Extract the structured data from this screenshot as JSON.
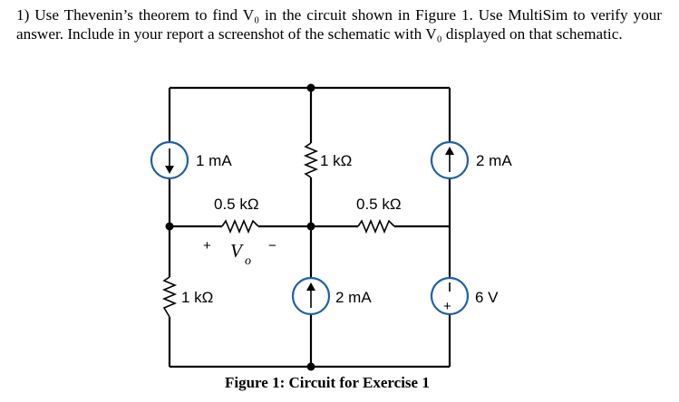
{
  "problem": {
    "number": "1)",
    "text": "Use Thevenin’s theorem to find V₀ in the circuit shown in Figure 1. Use MultiSim to verify your answer. Include in your report a screenshot of the schematic with V₀ displayed on that schematic."
  },
  "figure": {
    "caption": "Figure 1: Circuit for Exercise 1",
    "labels": {
      "i_left_top": "1 mA",
      "r_middle_top": "1 kΩ",
      "i_right_top": "2 mA",
      "r_left_horizontal": "0.5 kΩ",
      "r_right_horizontal": "0.5 kΩ",
      "vo_plus": "+",
      "vo_minus": "−",
      "vo_main": "V",
      "vo_sub": "o",
      "r_left_bottom": "1 kΩ",
      "i_middle_bottom": "2 mA",
      "v_right_bottom": "6 V",
      "v_source_sign": "+"
    },
    "colors": {
      "wire": "#000000",
      "source_outline": "#1f5fa8"
    }
  }
}
